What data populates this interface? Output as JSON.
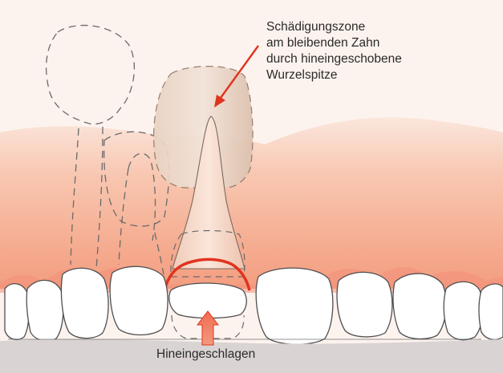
{
  "annotation": {
    "lines": [
      "Schädigungszone",
      "am bleibenden Zahn",
      "durch hineingeschobene",
      "Wurzelspitze"
    ]
  },
  "bottom_label": "Hineingeschlagen",
  "colors": {
    "background": "#fdf3ee",
    "gum_pink": "#f4a98d",
    "gum_edge": "#e8654a",
    "tooth_white": "#ffffff",
    "tooth_outline": "#555555",
    "arrow_red": "#e0341e",
    "intruded_tooth": "#e2c9b8",
    "bottom_gray": "#d7d3d2"
  }
}
